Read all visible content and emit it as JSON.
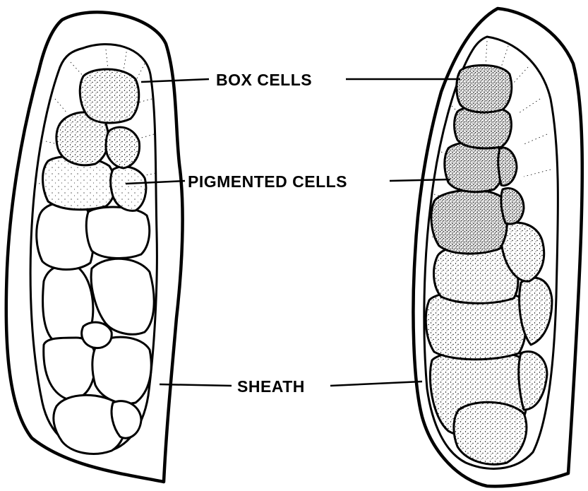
{
  "labels": {
    "box_cells": "BOX CELLS",
    "pigmented_cells": "PIGMENTED CELLS",
    "sheath": "SHEATH"
  },
  "colors": {
    "ink": "#000000",
    "background": "#ffffff"
  }
}
